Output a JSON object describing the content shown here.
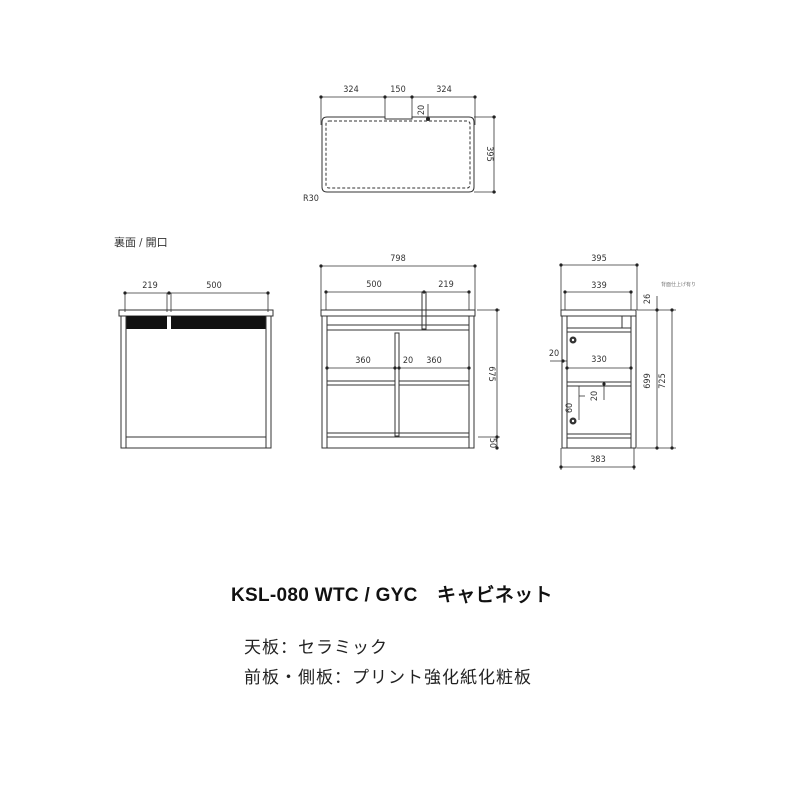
{
  "top_view": {
    "dims": [
      "324",
      "150",
      "324",
      "20",
      "395"
    ],
    "corner_radius_label": "R30"
  },
  "back_view": {
    "label": "裏面 / 開口",
    "dims": [
      "219",
      "500"
    ]
  },
  "front_view": {
    "dims": [
      "798",
      "500",
      "219",
      "360",
      "20",
      "360",
      "675",
      "50"
    ]
  },
  "side_view": {
    "dims": [
      "395",
      "339",
      "26",
      "20",
      "330",
      "20",
      "60",
      "699",
      "725",
      "383"
    ],
    "note": "背面仕上げ有り"
  },
  "product": {
    "title": "KSL-080 WTC / GYC　キャビネット",
    "specs": [
      "天板：セラミック",
      "前板・側板：プリント強化紙化粧板"
    ]
  }
}
